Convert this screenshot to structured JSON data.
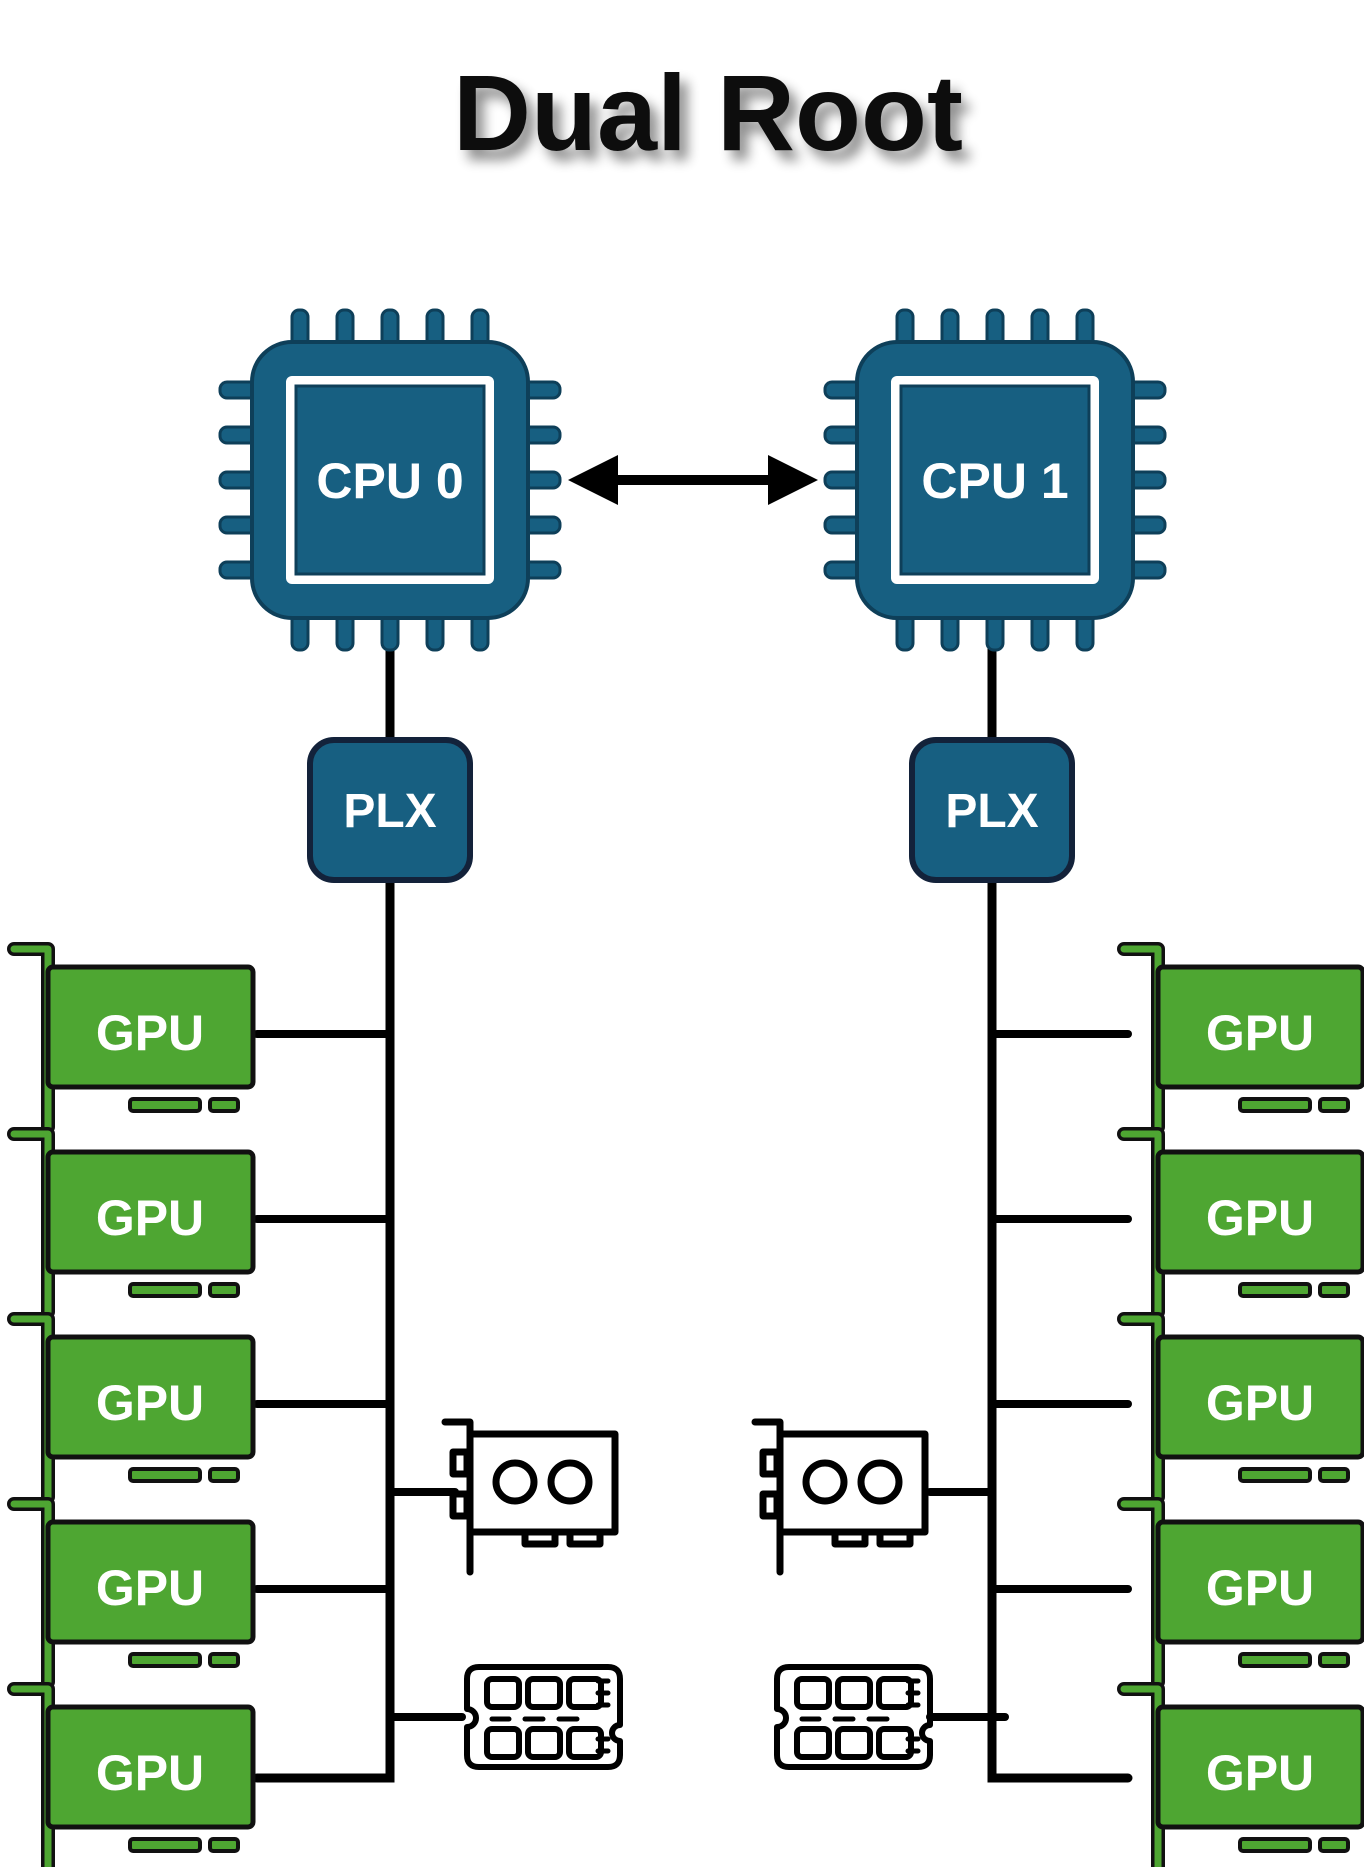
{
  "title": "Dual Root",
  "colors": {
    "cpu_fill": "#175f81",
    "cpu_stroke": "#0e3f59",
    "plx_fill": "#175f81",
    "plx_stroke": "#13223a",
    "gpu_fill": "#4ea632",
    "gpu_stroke": "#111111",
    "line": "#000000",
    "text_light": "#ffffff"
  },
  "link": {
    "type": "bidirectional-arrow",
    "between": [
      "CPU 0",
      "CPU 1"
    ]
  },
  "roots": [
    {
      "side": "left",
      "cpu_label": "CPU 0",
      "switch_label": "PLX",
      "gpus": [
        "GPU",
        "GPU",
        "GPU",
        "GPU",
        "GPU"
      ],
      "nic_icon": "network-card-icon",
      "ssd_icon": "nvme-ssd-icon"
    },
    {
      "side": "right",
      "cpu_label": "CPU 1",
      "switch_label": "PLX",
      "gpus": [
        "GPU",
        "GPU",
        "GPU",
        "GPU",
        "GPU"
      ],
      "nic_icon": "network-card-icon",
      "ssd_icon": "nvme-ssd-icon"
    }
  ]
}
